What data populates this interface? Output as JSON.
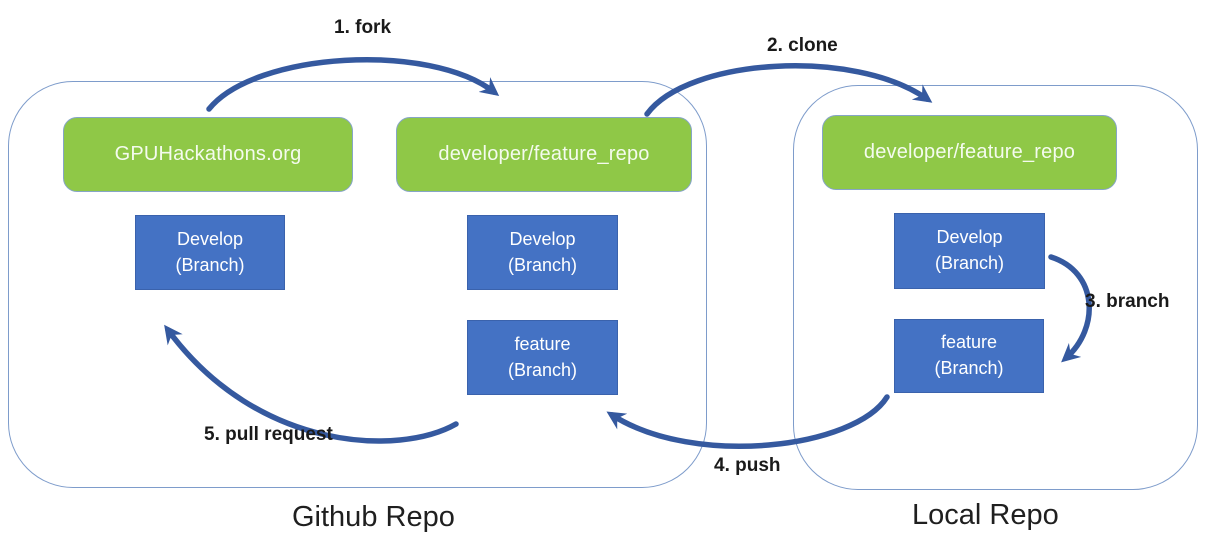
{
  "colors": {
    "repo_green": "#8FC847",
    "branch_blue": "#4472C4",
    "arrow_blue": "#35599F",
    "container_border": "#7E9CCB"
  },
  "steps": {
    "fork": "1. fork",
    "clone": "2. clone",
    "branch": "3. branch",
    "push": "4. push",
    "pull_request": "5. pull request"
  },
  "github_repo": {
    "label": "Github Repo",
    "origin": {
      "label": "GPUHackathons.org"
    },
    "fork": {
      "label": "developer/feature_repo"
    },
    "origin_branches": {
      "develop": {
        "line1": "Develop",
        "line2": "(Branch)"
      }
    },
    "fork_branches": {
      "develop": {
        "line1": "Develop",
        "line2": "(Branch)"
      },
      "feature": {
        "line1": "feature",
        "line2": "(Branch)"
      }
    }
  },
  "local_repo": {
    "label": "Local Repo",
    "clone": {
      "label": "developer/feature_repo"
    },
    "branches": {
      "develop": {
        "line1": "Develop",
        "line2": "(Branch)"
      },
      "feature": {
        "line1": "feature",
        "line2": "(Branch)"
      }
    }
  }
}
